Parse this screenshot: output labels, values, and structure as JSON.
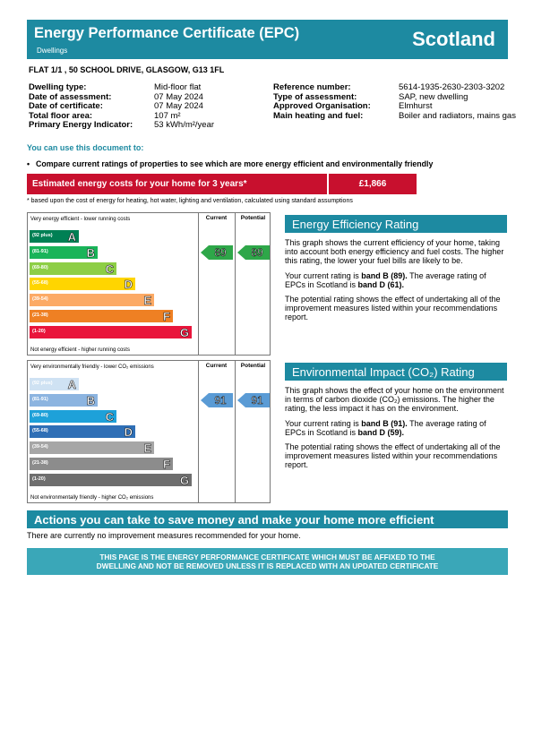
{
  "header": {
    "title": "Energy Performance Certificate (EPC)",
    "subtitle": "Dwellings",
    "country": "Scotland"
  },
  "address": "FLAT 1/1 , 50 SCHOOL DRIVE, GLASGOW, G13 1FL",
  "left_details": [
    {
      "label": "Dwelling type:",
      "value": "Mid-floor flat"
    },
    {
      "label": "Date of assessment:",
      "value": "07 May 2024"
    },
    {
      "label": "Date of certificate:",
      "value": "07 May 2024"
    },
    {
      "label": "Total floor area:",
      "value": "107 m²"
    },
    {
      "label": "Primary Energy Indicator:",
      "value": "53 kWh/m²/year"
    }
  ],
  "right_details": [
    {
      "label": "Reference number:",
      "value": "5614-1935-2630-2303-3202"
    },
    {
      "label": "Type of assessment:",
      "value": "SAP, new dwelling"
    },
    {
      "label": "Approved Organisation:",
      "value": "Elmhurst"
    },
    {
      "label": "Main heating and fuel:",
      "value": "Boiler and radiators, mains gas"
    }
  ],
  "use_heading": "You can use this document to:",
  "bullet": "Compare current ratings of properties to see which are more energy efficient and environmentally friendly",
  "costs": {
    "label": "Estimated energy costs for your home for 3 years*",
    "value": "£1,866",
    "bar_color": "#c8102e"
  },
  "footnote": "* based upon the cost of energy for heating, hot water, lighting and ventilation, calculated using standard assumptions",
  "efficiency_graph": {
    "top_note": "Very energy efficient - lower running costs",
    "bottom_note": "Not energy efficient - higher running costs",
    "col_current": "Current",
    "col_potential": "Potential",
    "current_value": "89",
    "potential_value": "89",
    "current_band": "B",
    "potential_band": "B",
    "arrow_color": "#2ea749",
    "bands": [
      {
        "letter": "A",
        "range": "(92 plus)",
        "color": "#008054"
      },
      {
        "letter": "B",
        "range": "(81-91)",
        "color": "#19b459"
      },
      {
        "letter": "C",
        "range": "(69-80)",
        "color": "#8dce46"
      },
      {
        "letter": "D",
        "range": "(55-68)",
        "color": "#ffd500"
      },
      {
        "letter": "E",
        "range": "(39-54)",
        "color": "#fcaa65"
      },
      {
        "letter": "F",
        "range": "(21-38)",
        "color": "#ef8023"
      },
      {
        "letter": "G",
        "range": "(1-20)",
        "color": "#e9153b"
      }
    ]
  },
  "environment_graph": {
    "top_note": "Very environmentally friendly - lower CO₂ emissions",
    "bottom_note": "Not environmentally friendly - higher CO₂ emissions",
    "col_current": "Current",
    "col_potential": "Potential",
    "current_value": "91",
    "potential_value": "91",
    "current_band": "B",
    "potential_band": "B",
    "arrow_color": "#5a9bd5",
    "bands": [
      {
        "letter": "A",
        "range": "(92 plus)",
        "color": "#cfe2f3"
      },
      {
        "letter": "B",
        "range": "(81-91)",
        "color": "#8cb4e0"
      },
      {
        "letter": "C",
        "range": "(69-80)",
        "color": "#1ea1d9"
      },
      {
        "letter": "D",
        "range": "(55-68)",
        "color": "#2f6fb6"
      },
      {
        "letter": "E",
        "range": "(39-54)",
        "color": "#a6a6a6"
      },
      {
        "letter": "F",
        "range": "(21-38)",
        "color": "#8c8c8c"
      },
      {
        "letter": "G",
        "range": "(1-20)",
        "color": "#6e6e6e"
      }
    ]
  },
  "efficiency_panel": {
    "heading": "Energy Efficiency Rating",
    "p1": "This graph shows the current efficiency of your home, taking into account both energy efficiency and fuel costs. The higher this rating, the lower your fuel bills are likely to be.",
    "p2_pre": "Your current rating is ",
    "p2_bold": "band B (89).",
    "p2_mid": " The average rating of EPCs in Scotland is ",
    "p2_bold2": "band D (61).",
    "p3": "The potential rating shows the effect of undertaking all of the improvement measures listed within your recommendations report."
  },
  "environment_panel": {
    "heading": "Environmental Impact (CO₂) Rating",
    "p1": "This graph shows the effect of your home on the environment in terms of carbon dioxide (CO₂) emissions. The higher the rating, the less impact it has on the environment.",
    "p2_pre": "Your current rating is ",
    "p2_bold": "band B (91).",
    "p2_mid": " The average rating of EPCs in Scotland is ",
    "p2_bold2": "band D (59).",
    "p3": "The potential rating shows the effect of undertaking all of the improvement measures listed within your recommendations report."
  },
  "actions": {
    "heading": "Actions you can take to save money and make your home more efficient",
    "text": "There are currently no improvement measures recommended for your home."
  },
  "notice": {
    "line1": "THIS PAGE IS THE ENERGY PERFORMANCE CERTIFICATE WHICH MUST BE AFFIXED TO THE",
    "line2": "DWELLING AND NOT BE REMOVED UNLESS IT IS REPLACED WITH AN UPDATED CERTIFICATE"
  }
}
